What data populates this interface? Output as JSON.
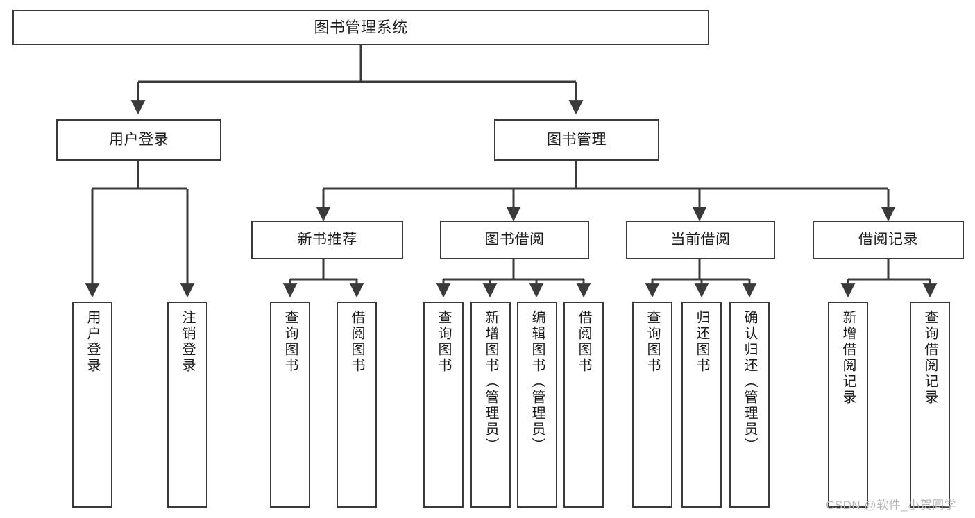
{
  "diagram": {
    "title": "图书管理系统",
    "type": "tree-flowchart",
    "colors": {
      "node_border": "#3a3a3a",
      "node_fill": "#ffffff",
      "edge": "#3a3a3a",
      "text": "#1b1b1b",
      "watermark": "#b9b9b9",
      "background": "#ffffff"
    },
    "nodes": {
      "root": {
        "label": "图书管理系统"
      },
      "level2": [
        {
          "label": "用户登录"
        },
        {
          "label": "图书管理"
        }
      ],
      "level3": [
        {
          "label": "新书推荐"
        },
        {
          "label": "图书借阅"
        },
        {
          "label": "当前借阅"
        },
        {
          "label": "借阅记录"
        }
      ],
      "leaves": {
        "user_login": [
          {
            "label": "用户登录"
          },
          {
            "label": "注销登录"
          }
        ],
        "new_book_recommend": [
          {
            "label": "查询图书"
          },
          {
            "label": "借阅图书"
          }
        ],
        "book_borrow": [
          {
            "label": "查询图书"
          },
          {
            "label": "新增图书（管理员）"
          },
          {
            "label": "编辑图书（管理员）"
          },
          {
            "label": "借阅图书"
          }
        ],
        "current_borrow": [
          {
            "label": "查询图书"
          },
          {
            "label": "归还图书"
          },
          {
            "label": "确认归还（管理员）"
          }
        ],
        "borrow_record": [
          {
            "label": "新增借阅记录"
          },
          {
            "label": "查询借阅记录"
          }
        ]
      }
    },
    "watermark": "CSDN @软件_小贺同学"
  }
}
